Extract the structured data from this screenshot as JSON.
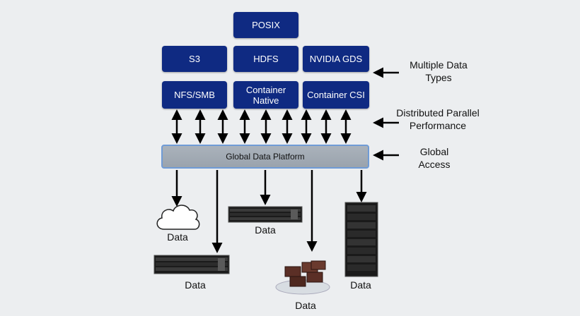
{
  "protocols": {
    "posix": "POSIX",
    "s3": "S3",
    "hdfs": "HDFS",
    "nvidia_gds": "NVIDIA GDS",
    "nfs_smb": "NFS/SMB",
    "container_native": "Container Native",
    "container_csi": "Container CSI"
  },
  "platform_label": "Global Data Platform",
  "side_labels": {
    "multiple_data_types": "Multiple Data Types",
    "distributed_parallel_performance": "Distributed Parallel Performance",
    "global_access": "Global Access"
  },
  "data_targets": {
    "cloud": "Data",
    "rack_server_mid": "Data",
    "rack_server_low": "Data",
    "gpu_system": "Data",
    "tower_rack": "Data"
  },
  "colors": {
    "protocol_box": "#0f2a82",
    "platform_fill": "#a4acb5",
    "platform_border": "#6f9bd6",
    "background": "#eceef0"
  }
}
